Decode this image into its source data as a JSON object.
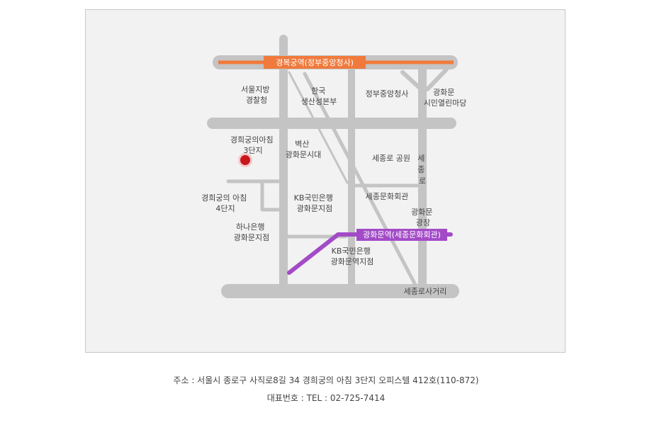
{
  "map": {
    "stations": {
      "gyeongbokgung": "경복궁역(정부중앙청사)",
      "gwanghwamun": "광화문역(세종문화회관)"
    },
    "landmarks": {
      "police": [
        "서울지방",
        "경찰청"
      ],
      "hanguk": [
        "한국",
        "생산성본부"
      ],
      "govt_complex": "정부중앙청사",
      "citizen_yard": [
        "광화문",
        "시민열린마당"
      ],
      "office_3": [
        "경희궁의아침",
        "3단지"
      ],
      "baeksan": [
        "벽산",
        "광화문시대"
      ],
      "sejong_park": "세종로 공원",
      "sejong_ro": [
        "세",
        "종",
        "로"
      ],
      "office_4": [
        "경희궁의 아침",
        "4단지"
      ],
      "kb_gwanghwamun": [
        "KB국민은행",
        "광화문지점"
      ],
      "sejong_center": "세종문화회관",
      "plaza": [
        "광화문",
        "광장"
      ],
      "hana": [
        "하나은행",
        "광화문지점"
      ],
      "kb_station": [
        "KB국민은행",
        "광화문역지점"
      ],
      "intersection": "세종로사거리"
    },
    "colors": {
      "road": "#c4c4c4",
      "line3": "#f07a3c",
      "line5": "#a34bc7",
      "marker": "#c8161d",
      "frame_bg": "#f2f2f2"
    }
  },
  "footer": {
    "address": "주소 : 서울시 종로구 사직로8길 34 경희궁의 아침 3단지 오피스텔 412호(110-872)",
    "phone": "대표번호 : TEL : 02-725-7414"
  }
}
